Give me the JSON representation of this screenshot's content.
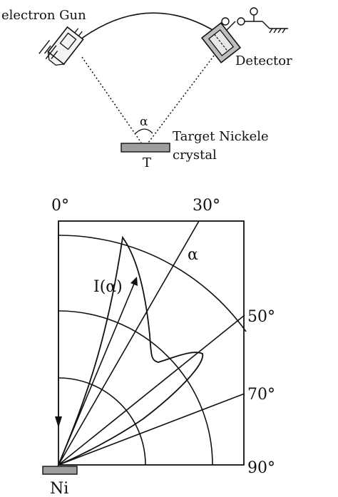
{
  "top_diagram": {
    "gun_label": "electron Gun",
    "detector_label": "Detector",
    "angle_label": "α",
    "target_line1": "Target Nickele",
    "target_line2": "crystal",
    "target_letter": "T"
  },
  "polar_plot": {
    "angle_labels": [
      "0°",
      "30°",
      "50°",
      "70°",
      "90°"
    ],
    "alpha_label": "α",
    "intensity_label": "I(α)",
    "sample_label": "Ni"
  }
}
